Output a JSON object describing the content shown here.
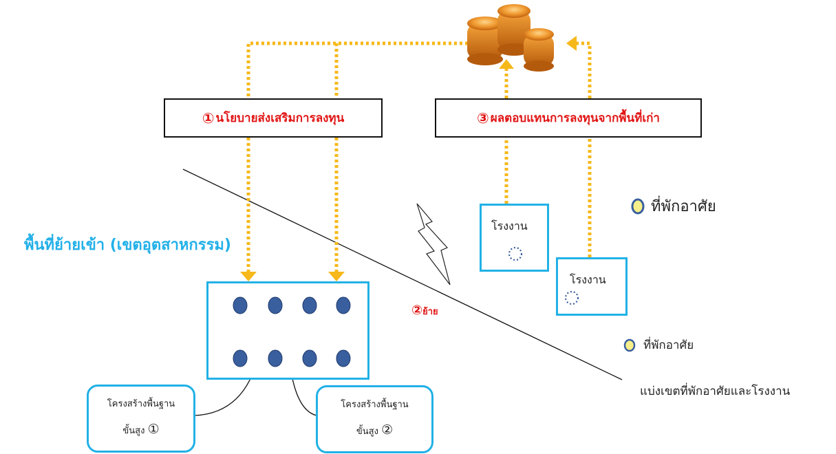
{
  "policy_box": {
    "number": "①",
    "label": "นโยบายส่งเสริมการลงทุน"
  },
  "return_box": {
    "number": "③",
    "label": "ผลตอบแทนการลงทุนจากพื้นที่เก่า"
  },
  "zone_title": "พื้นที่ย้ายเข้า (เขตอุตสาหกรรม)",
  "move_marker": {
    "number": "②",
    "label": "ย้าย"
  },
  "factories": [
    {
      "label": "โรงงาน"
    },
    {
      "label": "โรงงาน"
    }
  ],
  "residence_labels": [
    "ที่พักอาศัย",
    "ที่พักอาศัย"
  ],
  "zoning_label": "แบ่งเขตที่พักอาศัยและโรงงาน",
  "infrastructure": [
    {
      "line1": "โครงสร้างพื้นฐาน",
      "line2": "ขั้นสูง",
      "number": "①"
    },
    {
      "line1": "โครงสร้างพื้นฐาน",
      "line2": "ขั้นสูง",
      "number": "②"
    }
  ],
  "colors": {
    "flow_arrow": "#f6b81a",
    "box_border": "#21b1e6",
    "title_red": "#e11414",
    "zone_blue": "#22b0e8",
    "company_dot": "#3a5f9e",
    "residence_dot": "#f7ef8a"
  },
  "icons": [
    "coin-stack-icon",
    "lightning-bolt-icon",
    "residence-dot-icon"
  ]
}
